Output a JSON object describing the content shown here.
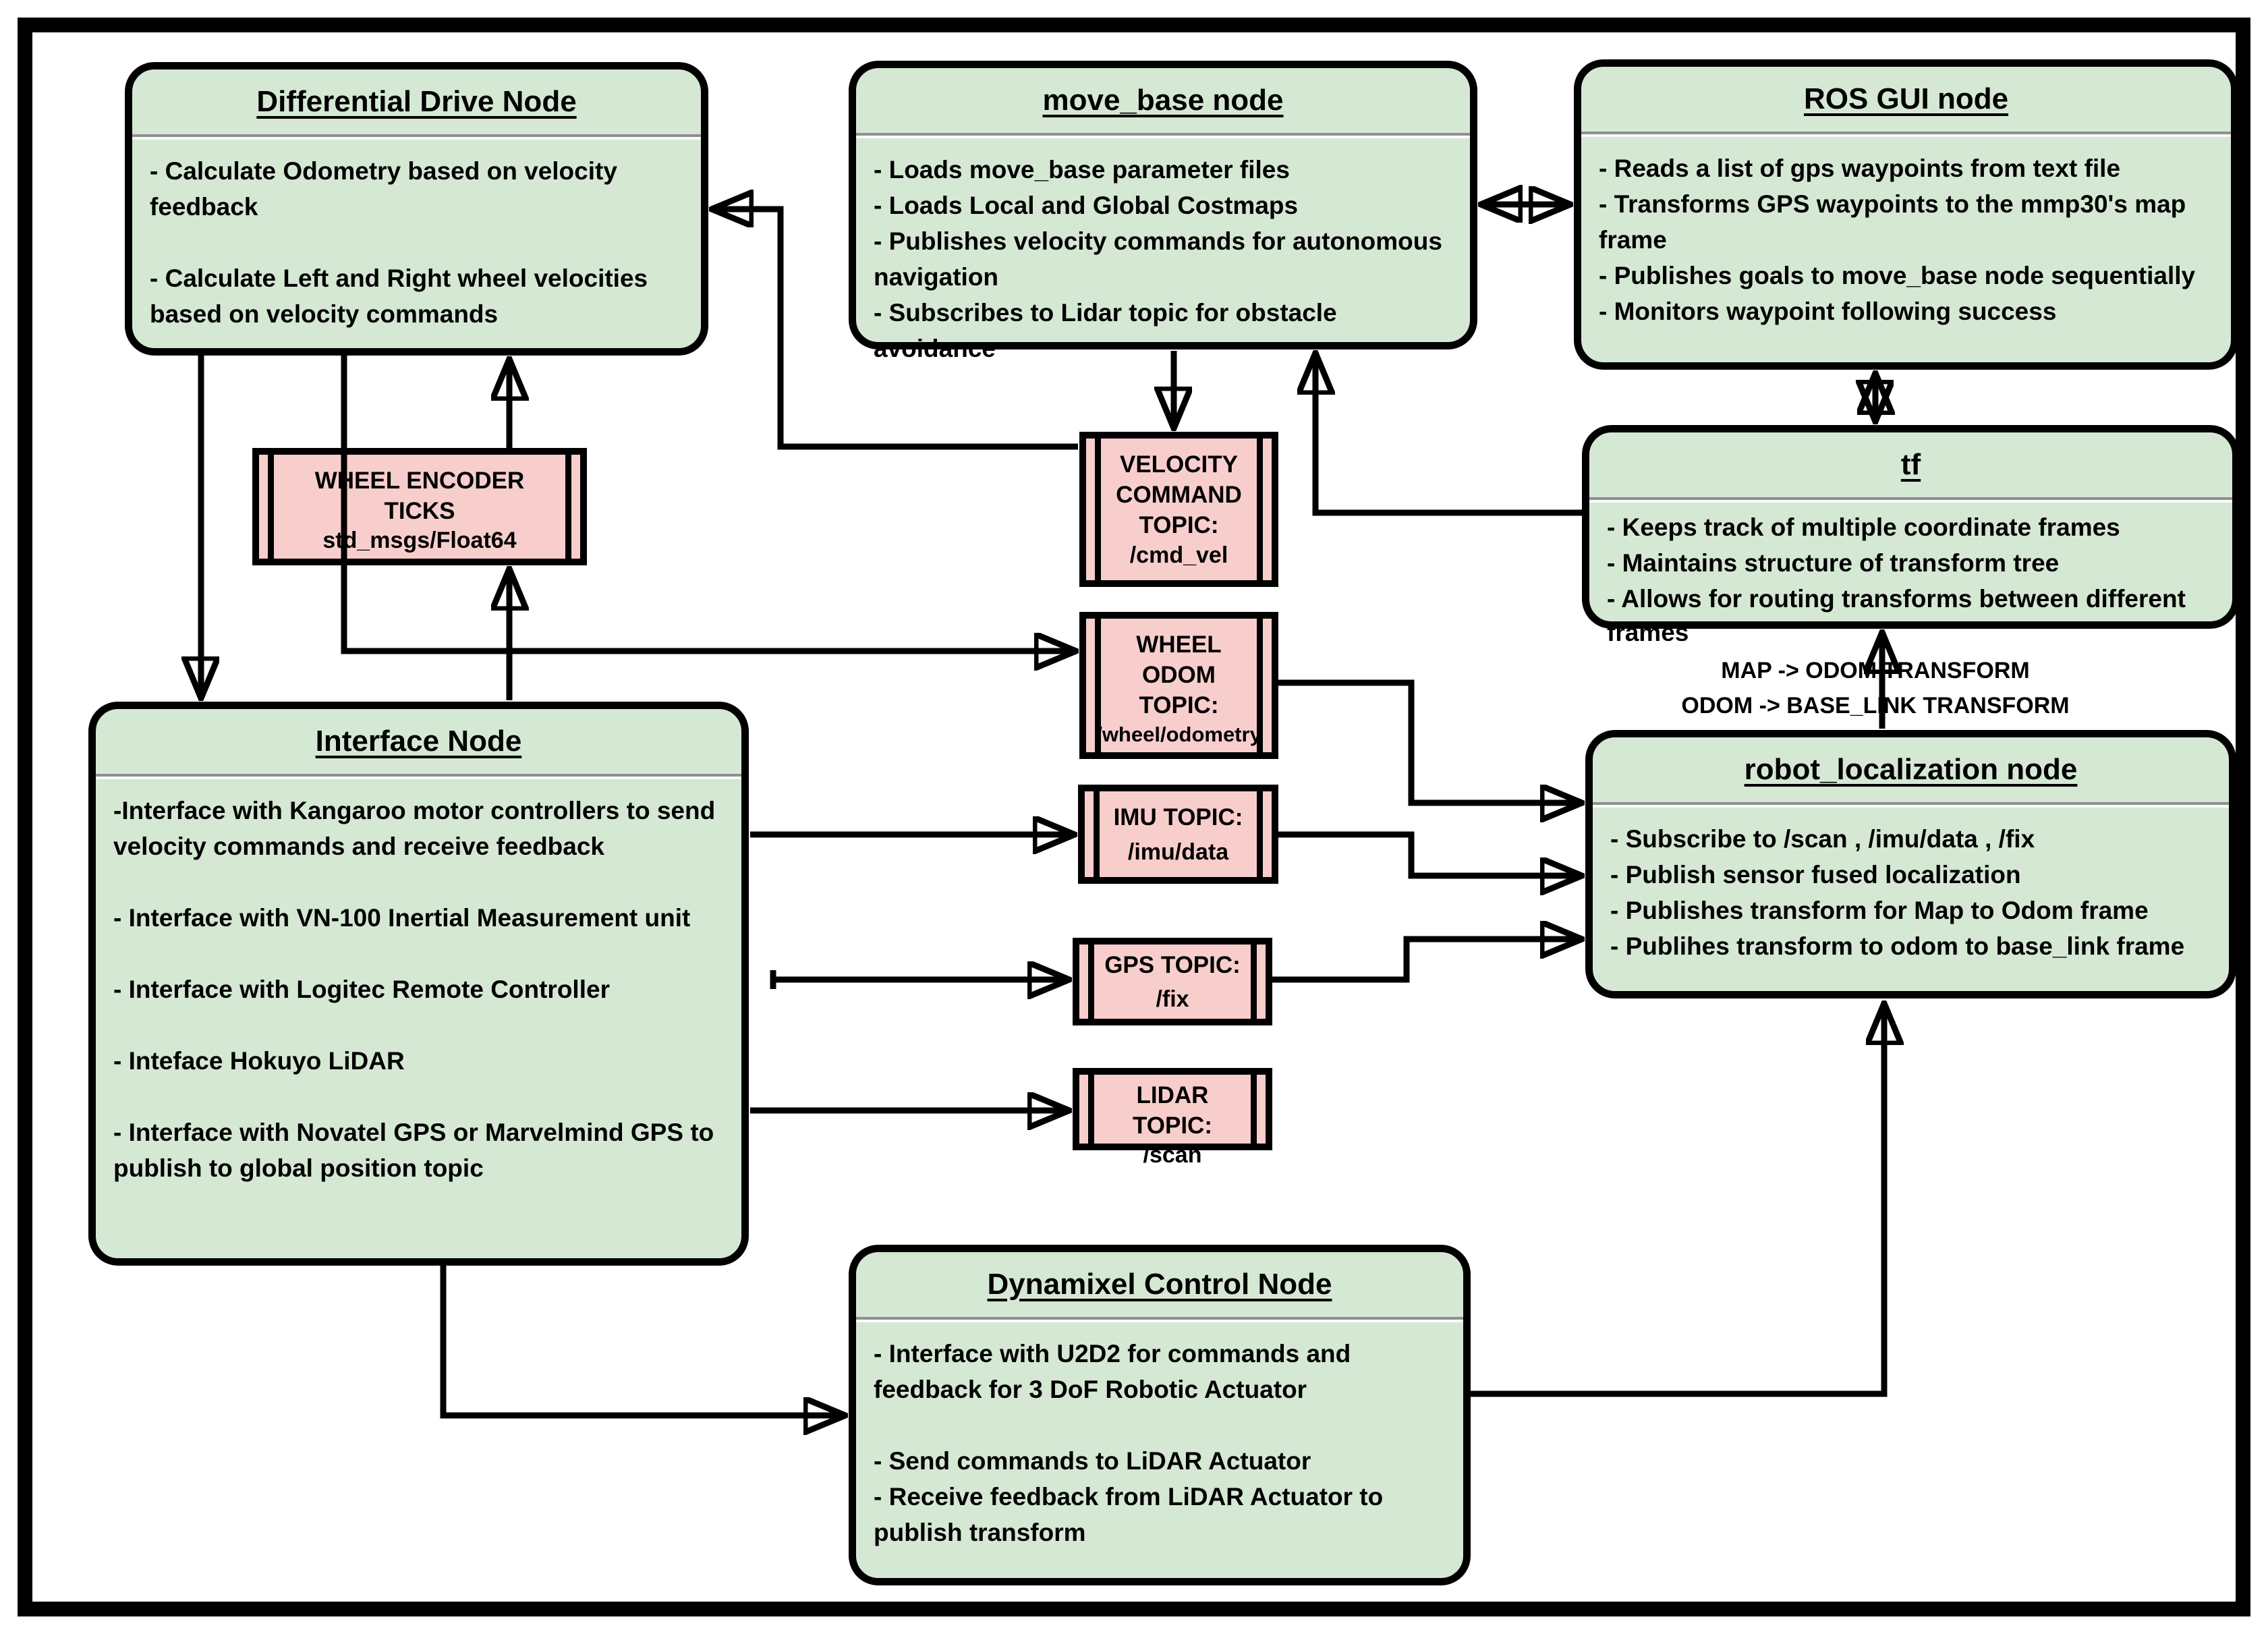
{
  "diagram": {
    "colors": {
      "node_fill": "#d5e8d4",
      "topic_fill": "#f8cecc",
      "line": "#000000",
      "background": "#ffffff"
    },
    "nodes": [
      {
        "id": "differential-drive-node",
        "title": "Differential Drive Node",
        "lines": [
          "- Calculate Odometry based on velocity feedback",
          "",
          "- Calculate Left and Right wheel velocities based on velocity commands"
        ]
      },
      {
        "id": "move-base-node",
        "title": "move_base node",
        "lines": [
          "- Loads move_base parameter files",
          "- Loads Local and Global Costmaps",
          "- Publishes velocity commands for autonomous navigation",
          "- Subscribes to Lidar topic for obstacle avoidance"
        ]
      },
      {
        "id": "ros-gui-node",
        "title": "ROS GUI node",
        "lines": [
          "- Reads a list of gps waypoints from text file",
          "- Transforms GPS waypoints to the mmp30's map frame",
          "- Publishes goals to move_base node sequentially",
          "- Monitors waypoint following success"
        ]
      },
      {
        "id": "tf-node",
        "title": "tf",
        "lines": [
          "- Keeps track of multiple coordinate frames",
          "- Maintains structure of transform tree",
          "- Allows for routing transforms between different frames"
        ]
      },
      {
        "id": "robot-localization-node",
        "title": "robot_localization node",
        "lines": [
          "- Subscribe to /scan , /imu/data , /fix",
          "- Publish sensor fused localization",
          "- Publishes transform for Map to Odom frame",
          "- Publihes transform to odom to base_link frame"
        ]
      },
      {
        "id": "interface-node",
        "title": "Interface Node",
        "lines": [
          "-Interface with Kangaroo motor controllers to send velocity commands and receive feedback",
          "",
          "- Interface with VN-100 Inertial Measurement unit",
          "",
          "- Interface with Logitec Remote Controller",
          "",
          "- Inteface Hokuyo LiDAR",
          "",
          "- Interface with Novatel GPS or Marvelmind GPS to publish to global position  topic"
        ]
      },
      {
        "id": "dynamixel-control-node",
        "title": "Dynamixel Control Node",
        "lines": [
          "- Interface with U2D2 for commands and feedback for 3 DoF Robotic Actuator",
          "",
          "- Send commands to LiDAR Actuator",
          "- Receive feedback from LiDAR Actuator to publish transform"
        ]
      }
    ],
    "topics": [
      {
        "id": "wheel-encoder-ticks-topic",
        "title": "WHEEL ENCODER TICKS",
        "topic": "std_msgs/Float64"
      },
      {
        "id": "velocity-command-topic",
        "title": "VELOCITY COMMAND TOPIC:",
        "topic": "/cmd_vel"
      },
      {
        "id": "wheel-odom-topic",
        "title": "WHEEL ODOM TOPIC:",
        "topic": "/wheel/odometry"
      },
      {
        "id": "imu-topic",
        "title": "IMU TOPIC:",
        "topic": "/imu/data"
      },
      {
        "id": "gps-topic",
        "title": "GPS TOPIC:",
        "topic": "/fix"
      },
      {
        "id": "lidar-topic",
        "title": "LIDAR TOPIC:",
        "topic": "/scan"
      }
    ],
    "labels": {
      "transform_line1": "MAP -> ODOM TRANSFORM",
      "transform_line2": "ODOM -> BASE_LINK TRANSFORM"
    }
  }
}
